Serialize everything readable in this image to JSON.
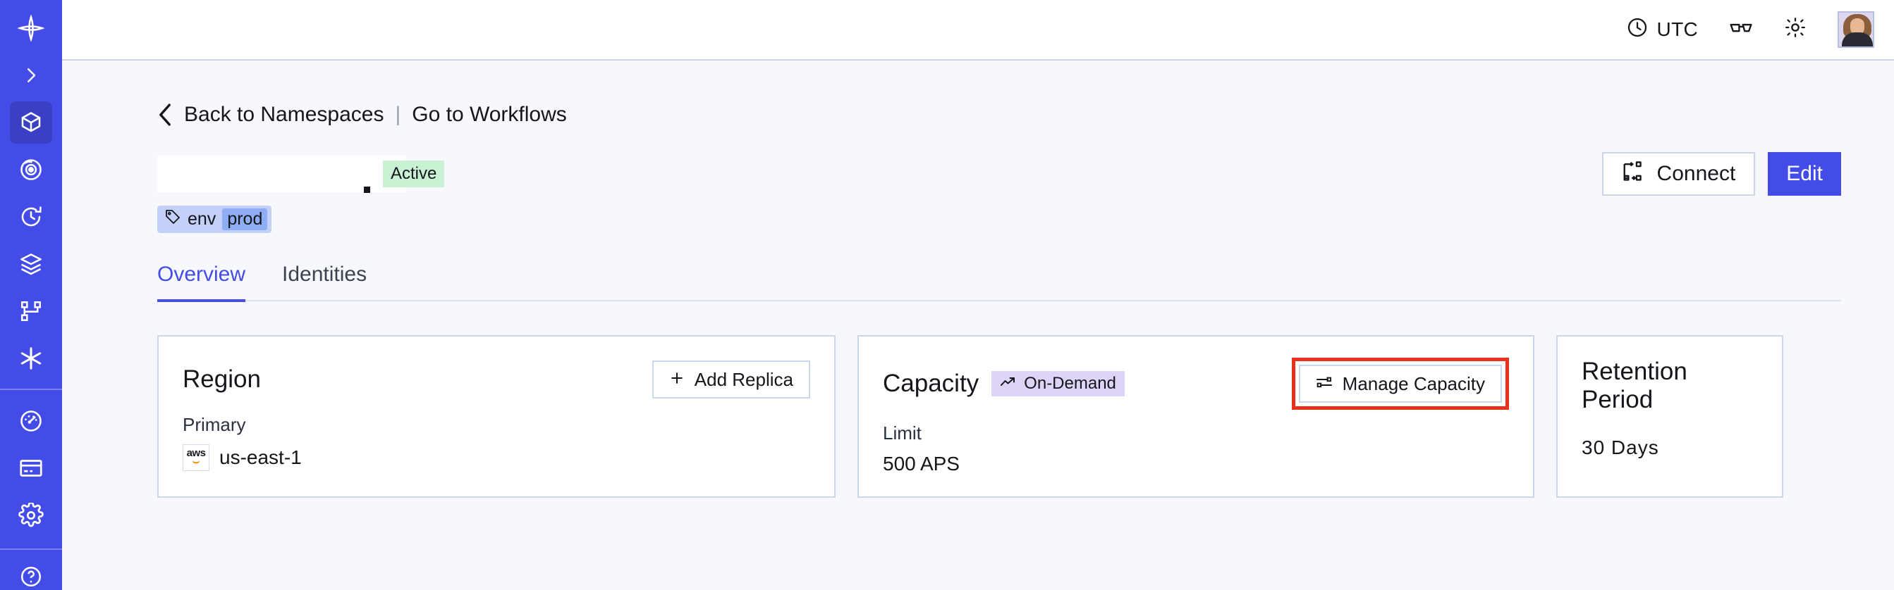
{
  "sidebar": {
    "items": [
      {
        "name": "temporal-logo",
        "label": "Temporal",
        "active": false
      },
      {
        "name": "expand-chevron",
        "label": "Expand",
        "active": false
      },
      {
        "name": "namespaces",
        "label": "Namespaces",
        "active": true
      },
      {
        "name": "observability",
        "label": "Observability",
        "active": false
      },
      {
        "name": "schedules",
        "label": "Schedules",
        "active": false
      },
      {
        "name": "batch-operations",
        "label": "Batch Operations",
        "active": false
      },
      {
        "name": "nexus",
        "label": "Nexus",
        "active": false
      },
      {
        "name": "integrations",
        "label": "Integrations",
        "active": false
      }
    ],
    "bottom_items": [
      {
        "name": "usage",
        "label": "Usage",
        "active": false
      },
      {
        "name": "billing",
        "label": "Billing",
        "active": false
      },
      {
        "name": "settings",
        "label": "Settings",
        "active": false
      }
    ]
  },
  "topbar": {
    "timezone_label": "UTC",
    "timezone_icon": "clock-icon",
    "glasses_icon": "glasses-icon",
    "theme_icon": "sun-icon",
    "avatar_alt": "User avatar"
  },
  "breadcrumb": {
    "back_icon": "chevron-left-icon",
    "back_label": "Back to Namespaces",
    "separator": "|",
    "forward_label": "Go to Workflows"
  },
  "header": {
    "namespace_name": "",
    "status_badge": "Active",
    "tag": {
      "icon": "tag-icon",
      "key": "env",
      "value": "prod"
    },
    "connect_label": "Connect",
    "connect_icon": "connect-icon",
    "edit_label": "Edit"
  },
  "tabs": [
    {
      "label": "Overview",
      "active": true
    },
    {
      "label": "Identities",
      "active": false
    }
  ],
  "cards": {
    "region": {
      "title": "Region",
      "action_label": "Add Replica",
      "action_icon": "plus-icon",
      "sublabel": "Primary",
      "provider_icon": "aws-logo",
      "provider_text": "aws",
      "value": "us-east-1"
    },
    "capacity": {
      "title": "Capacity",
      "badge_label": "On-Demand",
      "badge_icon": "trend-up-icon",
      "action_label": "Manage Capacity",
      "action_icon": "sliders-icon",
      "action_highlighted": true,
      "sublabel": "Limit",
      "value": "500 APS"
    },
    "retention": {
      "title": "Retention Period",
      "value": "30 Days"
    }
  },
  "colors": {
    "brand": "#444ce7",
    "sidebar_bg": "#444ce7",
    "sidebar_active": "#3a40c4",
    "page_bg": "#f7f8fb",
    "card_border": "#ccd6ec",
    "status_active_bg": "#c9f2d4",
    "tag_bg": "#c3d0f8",
    "tag_value_bg": "#8fadf5",
    "badge_ondemand_bg": "#ddd4f7",
    "highlight_red": "#e8301a"
  }
}
